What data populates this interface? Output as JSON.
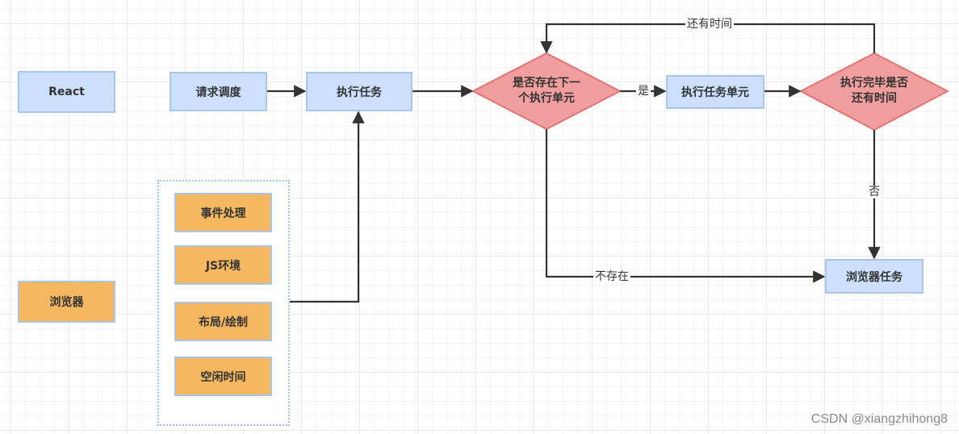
{
  "legend": {
    "react": "React",
    "browser": "浏览器"
  },
  "nodes": {
    "request_schedule": "请求调度",
    "execute_task": "执行任务",
    "has_next_unit": "是否存在下一个执行单元",
    "has_next_unit_lines": [
      "是否存在下一",
      "个执行单元"
    ],
    "execute_task_unit": "执行任务单元",
    "time_remaining": "执行完毕是否还有时间",
    "time_remaining_lines": [
      "执行完毕是否",
      "还有时间"
    ],
    "browser_task": "浏览器任务"
  },
  "browser_group": {
    "items": [
      "事件处理",
      "JS环境",
      "布局/绘制",
      "空闲时间"
    ]
  },
  "edge_labels": {
    "yes": "是",
    "no": "否",
    "has_time": "还有时间",
    "not_exist": "不存在"
  },
  "colors": {
    "react_fill": "#cce0fb",
    "browser_fill": "#f5b860",
    "decision_fill": "#f09e9e",
    "decision_stroke": "#e57373",
    "border": "#a9c6e8",
    "edge": "#333333"
  },
  "watermark": "CSDN @xiangzhihong8"
}
